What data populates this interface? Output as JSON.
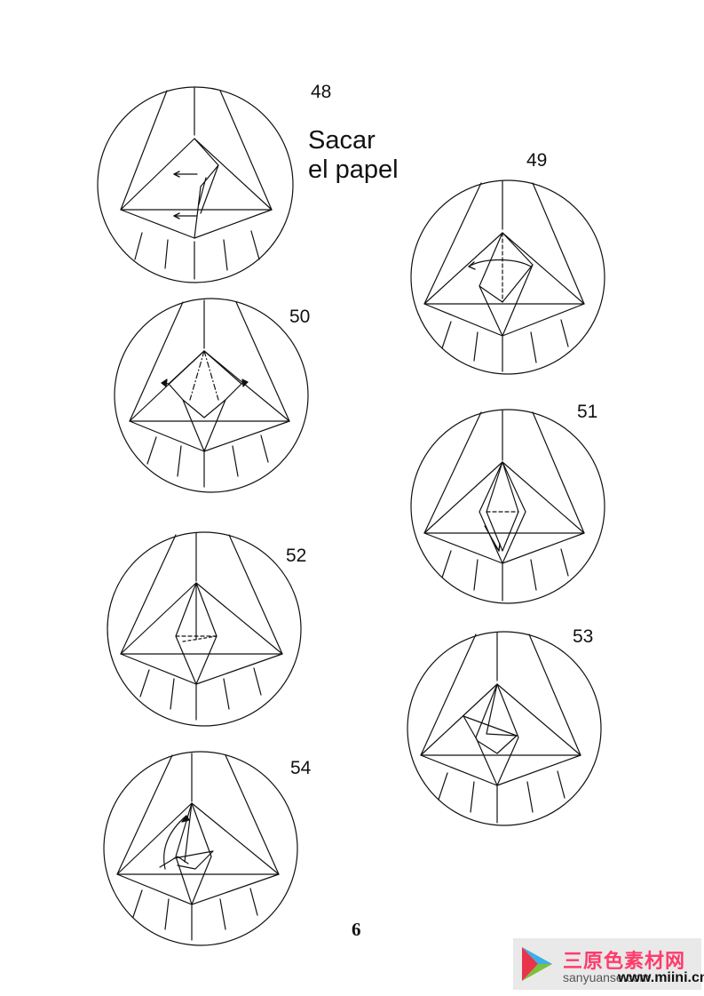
{
  "steps": [
    {
      "num": "48"
    },
    {
      "num": "49"
    },
    {
      "num": "50"
    },
    {
      "num": "51"
    },
    {
      "num": "52"
    },
    {
      "num": "53"
    },
    {
      "num": "54"
    }
  ],
  "caption": {
    "line1": "Sacar",
    "line2": "el papel"
  },
  "page_number": "6",
  "watermark": {
    "brand": "三原色素材网",
    "url1": "sanyuanse.com",
    "url2": "www.miini.cn"
  },
  "colors": {
    "ink": "#111111",
    "paper": "#ffffff"
  }
}
